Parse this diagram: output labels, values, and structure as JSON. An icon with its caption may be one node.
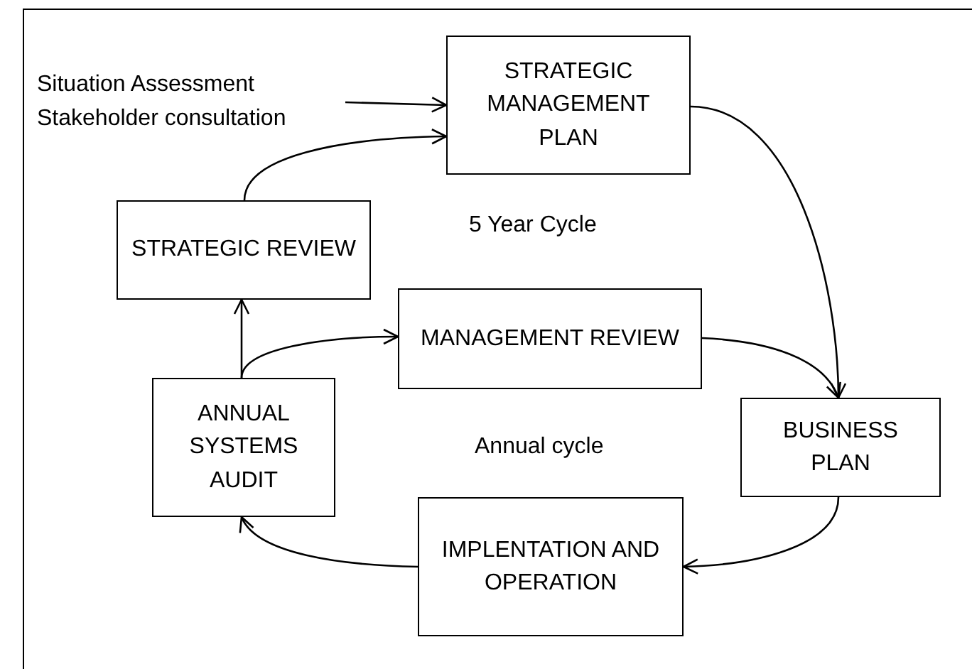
{
  "diagram": {
    "nodes": [
      {
        "text": [
          "STRATEGIC MANAGEMENT PLAN"
        ]
      },
      {
        "text": [
          "Situation Assessment",
          "Stakeholder consultation"
        ]
      },
      {
        "text": [
          "STRATEGIC REVIEW"
        ]
      },
      {
        "text": [
          "MANAGEMENT REVIEW"
        ]
      },
      {
        "text": [
          "ANNUAL SYSTEMS AUDIT"
        ]
      },
      {
        "text": [
          "BUSINESS PLAN"
        ]
      },
      {
        "text": [
          "IMPLENTATION AND OPERATION"
        ]
      }
    ],
    "edges": [
      {
        "from": 1,
        "to": 0,
        "arrow": "to"
      },
      {
        "from": 2,
        "to": 0,
        "arrow": "to"
      },
      {
        "from": 0,
        "to": 5,
        "arrow": "to"
      },
      {
        "from": 4,
        "to": 2,
        "arrow": "to"
      },
      {
        "from": 4,
        "to": 3,
        "arrow": "to"
      },
      {
        "from": 3,
        "to": 5,
        "arrow": "to"
      },
      {
        "from": 5,
        "to": 6,
        "arrow": "to"
      },
      {
        "from": 6,
        "to": 4,
        "arrow": "to"
      }
    ],
    "labels": [
      "5 Year Cycle",
      "Annual cycle"
    ]
  }
}
